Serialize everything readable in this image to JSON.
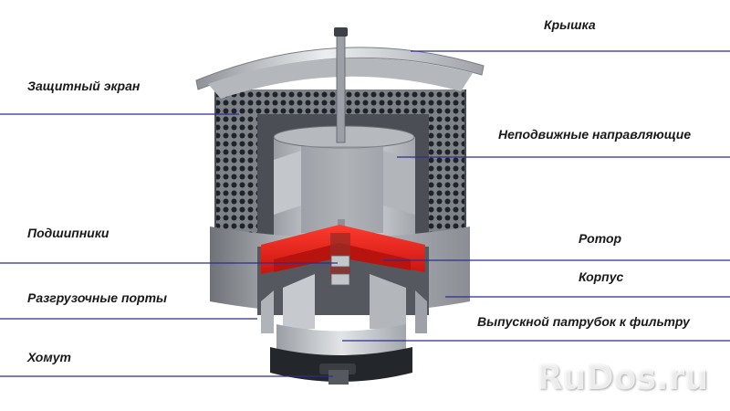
{
  "labels": {
    "cover": "Крышка",
    "protective_screen": "Защитный экран",
    "fixed_guides": "Неподвижные направляющие",
    "bearings": "Подшипники",
    "rotor": "Ротор",
    "housing": "Корпус",
    "unloading_ports": "Разгрузочные порты",
    "outlet_pipe": "Выпускной патрубок к фильтру",
    "clamp": "Хомут"
  },
  "watermark": "RuDos.ru",
  "colors": {
    "leader_line": "#2b2f8f",
    "rotor_red": "#e8231a",
    "metal_light": "#d8dade",
    "metal_dark": "#5d6168"
  }
}
